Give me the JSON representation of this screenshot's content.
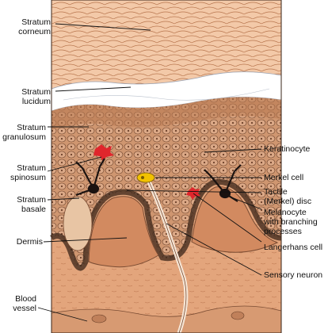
{
  "labels": {
    "stratum_corneum": {
      "line1": "Stratum",
      "line2": "corneum"
    },
    "stratum_lucidum": {
      "line1": "Stratum",
      "line2": "lucidum"
    },
    "stratum_granulosum": {
      "line1": "Stratum",
      "line2": "granulosum"
    },
    "stratum_spinosum": {
      "line1": "Stratum",
      "line2": "spinosum"
    },
    "stratum_basale": {
      "line1": "Stratum",
      "line2": "basale"
    },
    "dermis": "Dermis",
    "blood_vessel": {
      "line1": "Blood",
      "line2": "vessel"
    },
    "keratinocyte": "Keratinocyte",
    "merkel_cell": "Merkel cell",
    "tactile_disc": {
      "line1": "Tactile",
      "line2": "(Merkel) disc"
    },
    "melanocyte": {
      "line1": "Melanocyte",
      "line2": "with branching",
      "line3": "processes"
    },
    "langerhans_cell": "Langerhans cell",
    "sensory_neuron": "Sensory neuron"
  },
  "colors": {
    "corneum": "#f3c9a8",
    "lucidum": "#ffffff",
    "granulosum": "#d9a07a",
    "spinosum": "#c98c66",
    "basale": "#8a5a3e",
    "dermis": "#e3a57c",
    "papilla": "#d28a60",
    "outline": "#3a2418",
    "langerhans": "#e0262c",
    "merkel": "#f2c200",
    "melanocyte": "#1a1210",
    "nerve": "#f6e6d6"
  }
}
